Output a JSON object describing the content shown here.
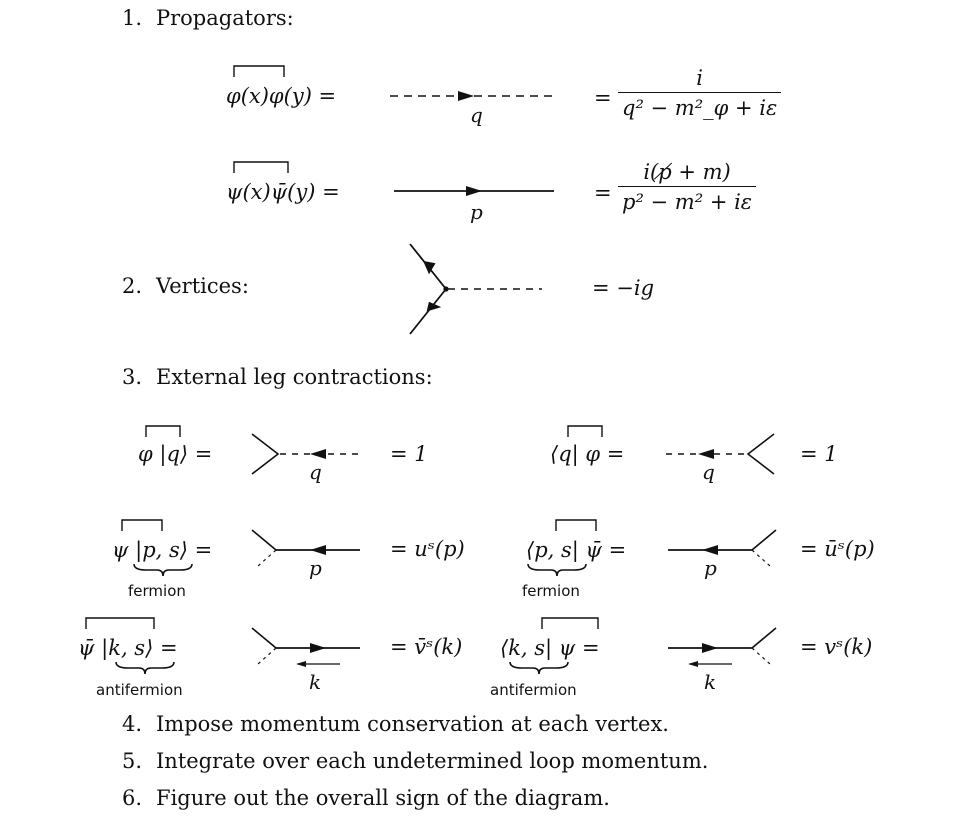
{
  "items": {
    "item1": {
      "num": "1.",
      "text": "Propagators:"
    },
    "item2": {
      "num": "2.",
      "text": "Vertices:"
    },
    "item3": {
      "num": "3.",
      "text": "External leg contractions:"
    },
    "item4": {
      "num": "4.",
      "text": "Impose momentum conservation at each vertex."
    },
    "item5": {
      "num": "5.",
      "text": "Integrate over each undetermined loop momentum."
    },
    "item6": {
      "num": "6.",
      "text": "Figure out the overall sign of the diagram."
    }
  },
  "propagators": {
    "scalar": {
      "lhs": "φ(x)φ(y) =",
      "momentum": "q",
      "numerator": "i",
      "denominator": "q² − m²_φ + iε"
    },
    "fermion": {
      "lhs": "ψ(x)ψ̄(y) =",
      "momentum": "p",
      "numerator": "i(p̸ + m)",
      "denominator": "p² − m² + iε"
    }
  },
  "vertex": {
    "value": "= −ig"
  },
  "external": {
    "scalar_in": {
      "lhs": "φ |q⟩ =",
      "momentum": "q",
      "value": "= 1"
    },
    "scalar_out": {
      "lhs": "⟨q| φ =",
      "momentum": "q",
      "value": "= 1"
    },
    "fermion_in": {
      "lhs": "ψ |p, s⟩ =",
      "momentum": "p",
      "value": "= uˢ(p)",
      "tag": "fermion"
    },
    "fermion_out": {
      "lhs": "⟨p, s| ψ̄ =",
      "momentum": "p",
      "value": "= ūˢ(p)",
      "tag": "fermion"
    },
    "antifermion_in": {
      "lhs": "ψ̄  |k, s⟩ =",
      "momentum": "k",
      "value": "= v̄ˢ(k)",
      "tag": "antifermion"
    },
    "antifermion_out": {
      "lhs": "⟨k, s|  ψ =",
      "momentum": "k",
      "value": "= vˢ(k)",
      "tag": "antifermion"
    }
  }
}
